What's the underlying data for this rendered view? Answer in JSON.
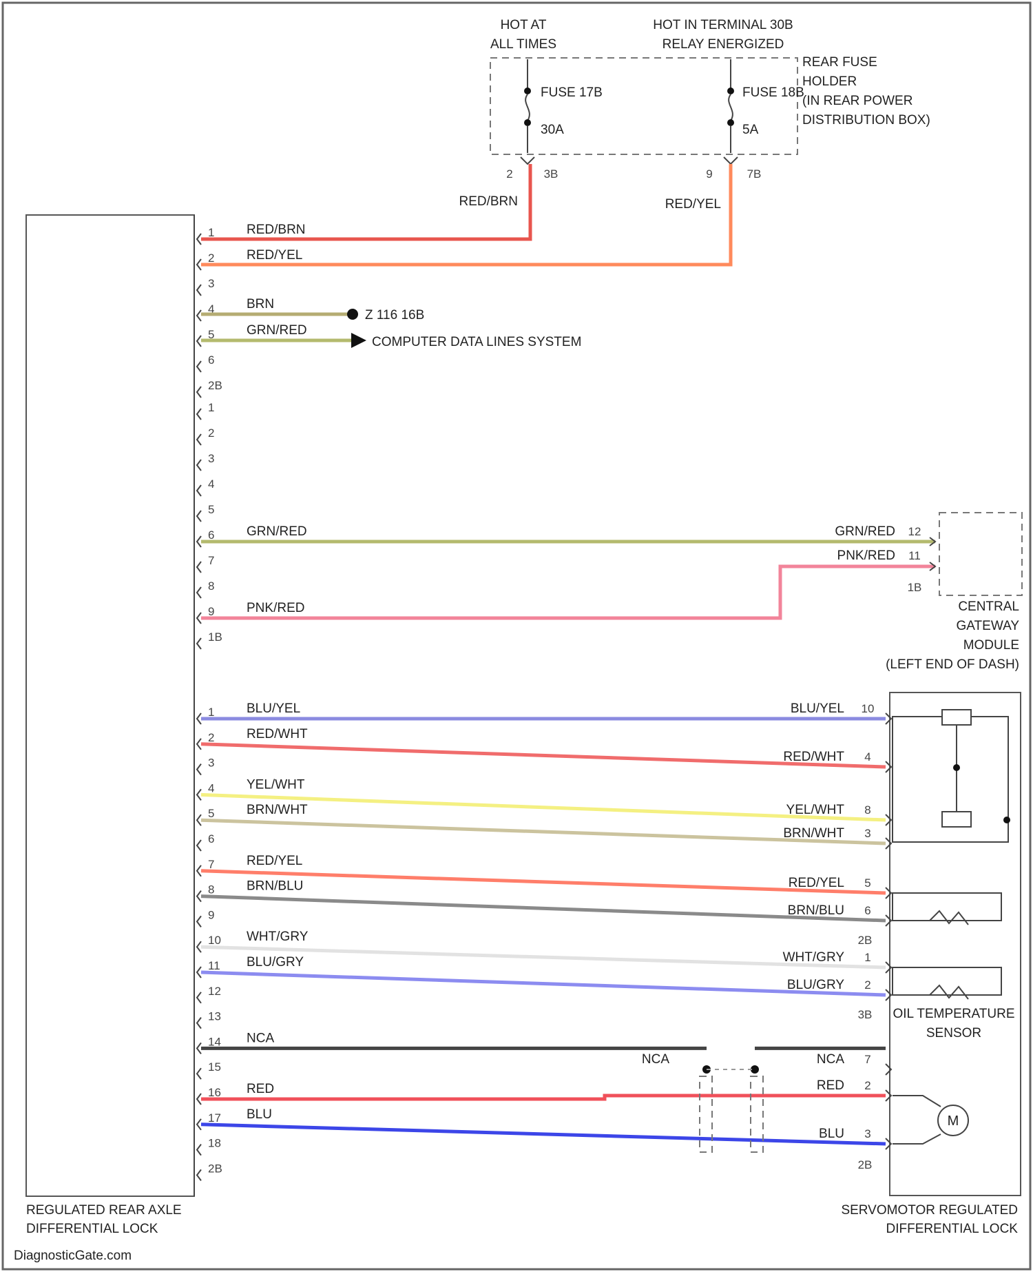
{
  "source": {
    "hot_at_all_times": "HOT AT ALL TIMES",
    "hot_in_terminal": "HOT IN TERMINAL 30B RELAY ENERGIZED",
    "fuse_holder": "REAR FUSE HOLDER (IN REAR POWER DISTRIBUTION BOX)",
    "fuse_a_name": "FUSE 17B",
    "fuse_a_rating": "30A",
    "fuse_a_pin_left": "2",
    "fuse_a_pin_right": "3B",
    "fuse_b_name": "FUSE 18B",
    "fuse_b_rating": "5A",
    "fuse_b_pin_left": "9",
    "fuse_b_pin_right": "7B",
    "drop_a_color": "RED/BRN",
    "drop_b_color": "RED/YEL"
  },
  "modules": {
    "main": "REGULATED REAR AXLE DIFFERENTIAL LOCK",
    "gateway": "CENTRAL GATEWAY MODULE (LEFT END OF DASH)",
    "oil_sensor": "OIL TEMPERATURE SENSOR",
    "servomotor": "SERVOMOTOR REGULATED DIFFERENTIAL LOCK",
    "motor_symbol": "M"
  },
  "connector_a": {
    "pins": [
      "1",
      "2",
      "3",
      "4",
      "5",
      "6",
      "2B"
    ],
    "wires": [
      {
        "pin": "1",
        "label": "RED/BRN",
        "color": "#e8554e"
      },
      {
        "pin": "2",
        "label": "RED/YEL",
        "color": "#ff8a5c"
      },
      {
        "pin": "4",
        "label": "BRN",
        "color": "#b5ac72"
      },
      {
        "pin": "5",
        "label": "GRN/RED",
        "color": "#b4ba6e"
      }
    ],
    "dest_z116": "Z 116 16B",
    "dest_linbus": "COMPUTER DATA LINES SYSTEM"
  },
  "connector_b": {
    "pins": [
      "1",
      "2",
      "3",
      "4",
      "5",
      "6",
      "7",
      "8",
      "9",
      "1B"
    ],
    "wires": [
      {
        "pin": "6",
        "label": "GRN/RED",
        "color": "#b4ba6e"
      },
      {
        "pin": "9",
        "label": "PNK/RED",
        "color": "#f2849a"
      }
    ],
    "gateway_labels": [
      "GRN/RED",
      "PNK/RED"
    ],
    "gateway_pins": [
      "12",
      "11",
      "1B"
    ]
  },
  "connector_c": {
    "pins": [
      "1",
      "2",
      "3",
      "4",
      "5",
      "6",
      "7",
      "8",
      "9",
      "10",
      "11",
      "12",
      "13",
      "14",
      "15",
      "16",
      "17",
      "18",
      "2B"
    ],
    "wires": [
      {
        "pin": "1",
        "label": "BLU/YEL",
        "end_label": "BLU/YEL",
        "end_pin": "10",
        "color": "#8a8ae0"
      },
      {
        "pin": "2",
        "label": "RED/WHT",
        "end_label": "RED/WHT",
        "end_pin": "4",
        "color": "#f06c6c"
      },
      {
        "pin": "4",
        "label": "YEL/WHT",
        "end_label": "YEL/WHT",
        "end_pin": "8",
        "color": "#f4f082"
      },
      {
        "pin": "5",
        "label": "BRN/WHT",
        "end_label": "BRN/WHT",
        "end_pin": "3",
        "color": "#cbc39e"
      },
      {
        "pin": "7",
        "label": "RED/YEL",
        "end_label": "RED/YEL",
        "end_pin": "5",
        "color": "#ff7e6a"
      },
      {
        "pin": "8",
        "label": "BRN/BLU",
        "end_label": "BRN/BLU",
        "end_pin": "6",
        "color": "#8a8a8a"
      },
      {
        "pin": "10",
        "label": "WHT/GRY",
        "end_label": "WHT/GRY",
        "end_pin": "1",
        "color": "#e2e2e2"
      },
      {
        "pin": "11",
        "label": "BLU/GRY",
        "end_label": "BLU/GRY",
        "end_pin": "2",
        "color": "#8c8cf0"
      },
      {
        "pin": "14",
        "label": "NCA",
        "end_label": "NCA",
        "end_pin": "7",
        "color": "#444444"
      },
      {
        "pin": "16",
        "label": "RED",
        "end_label": "RED",
        "end_pin": "2",
        "color": "#f0505a"
      },
      {
        "pin": "17",
        "label": "BLU",
        "end_label": "BLU",
        "end_pin": "3",
        "color": "#3c46e8"
      }
    ],
    "nca_mid": "NCA",
    "right_pins_extra": [
      "2B",
      "3B",
      "2B"
    ]
  },
  "footer": "DiagnosticGate.com"
}
